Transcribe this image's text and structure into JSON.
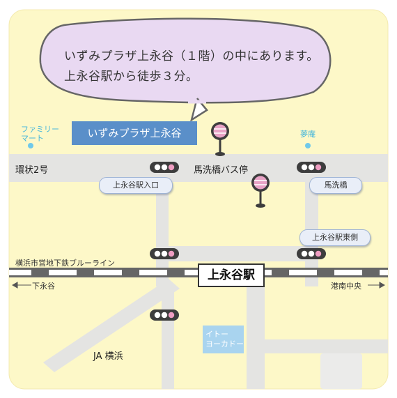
{
  "bubble": {
    "line1": "いずみプラザ上永谷（１階）の中にあります。",
    "line2": "上永谷駅から徒歩３分。"
  },
  "facilities": {
    "plaza": "いずみプラザ上永谷",
    "family_mart_1": "ファミリー",
    "family_mart_2": "マート",
    "yumean": "夢庵",
    "ito_yokado_1": "イトー",
    "ito_yokado_2": "ヨーカドー",
    "ja": "JA 横浜"
  },
  "roads": {
    "kanjo2": "環状2号",
    "bus_stop": "馬洗橋バス停"
  },
  "intersections": {
    "station_entrance": "上永谷駅入口",
    "maraibashi": "馬洗橋",
    "station_east": "上永谷駅東側"
  },
  "railway": {
    "line_name": "横浜市営地下鉄ブルーライン",
    "station": "上永谷駅",
    "left_dir": "下永谷",
    "right_dir": "港南中央"
  },
  "colors": {
    "background": "#fdf8c8",
    "road": "#e4e4e2",
    "bubble_fill": "#e9d9f2",
    "plaza_fill": "#5a8fc9",
    "bus_stop_pink": "#e8a3c6",
    "signal_pink": "#ef9dc2",
    "ito_yokado": "#a9d4ef",
    "landmark_dot": "#6fc9ea"
  },
  "icons": [
    "traffic-signal-icon",
    "bus-stop-icon",
    "landmark-dot-icon",
    "arrow-left-icon",
    "arrow-right-icon"
  ]
}
